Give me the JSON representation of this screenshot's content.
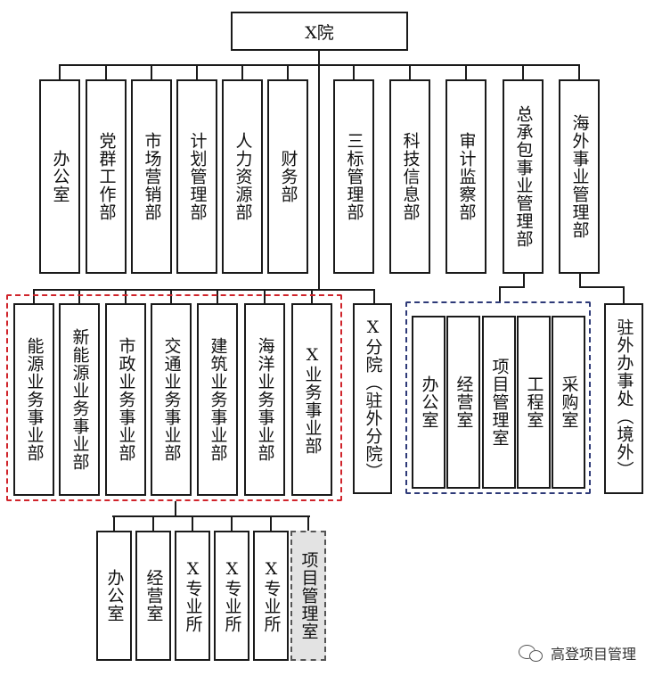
{
  "root": {
    "label": "X院"
  },
  "departments": [
    "办公室",
    "党群工作部",
    "市场营销部",
    "计划管理部",
    "人力资源部",
    "财务部",
    "三标管理部",
    "科技信息部",
    "审计监察部",
    "总承包事业管理部",
    "海外事业管理部"
  ],
  "business_units": [
    "能源业务事业部",
    "新能源业务事业部",
    "市政业务事业部",
    "交通业务事业部",
    "建筑业务事业部",
    "海洋业务事业部",
    "X业务事业部"
  ],
  "branch": {
    "label": "X分院（驻外分院）"
  },
  "epc_offices": [
    "办公室",
    "经营室",
    "项目管理室",
    "工程室",
    "采购室"
  ],
  "overseas_office": {
    "label": "驻外办事处（境外）"
  },
  "unit_offices": [
    "办公室",
    "经营室",
    "X专业所",
    "X专业所",
    "X专业所",
    "项目管理室"
  ],
  "watermark": {
    "text": "高登项目管理"
  },
  "colors": {
    "business_group_border": "#d0242b",
    "epc_group_border": "#2e3a78",
    "line": "#1a1a1a",
    "shaded_box": "#e3e3e3"
  }
}
